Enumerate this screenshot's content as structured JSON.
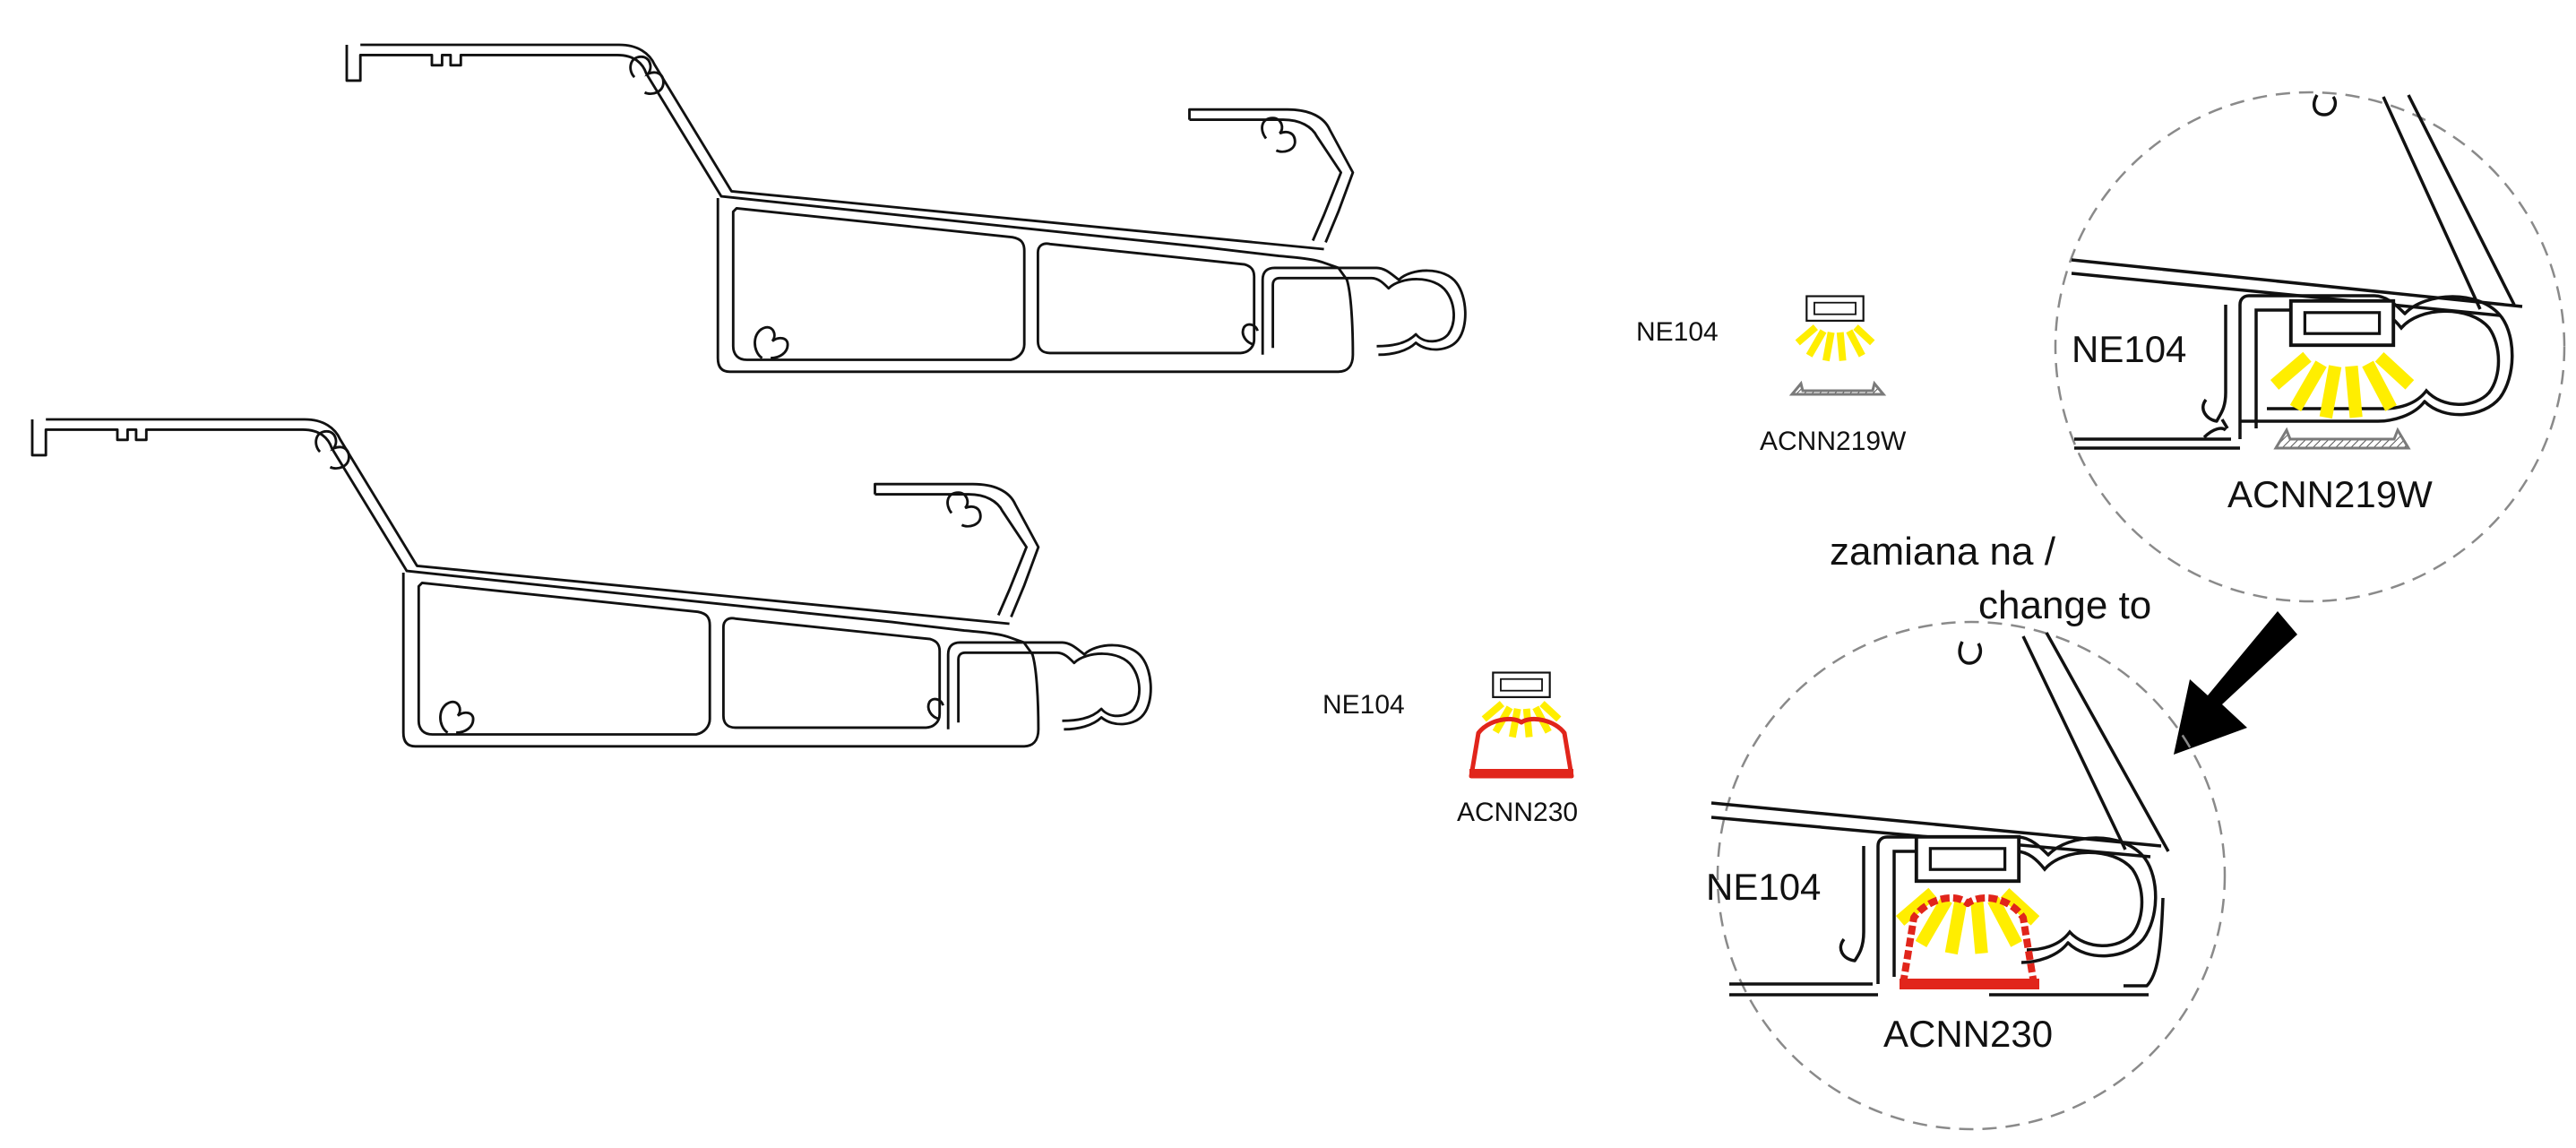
{
  "colors": {
    "line": "#111111",
    "background": "#ffffff",
    "led": "#ffee00",
    "old_profile": "#7a7a7a",
    "new_profile": "#e1251b",
    "arrow": "#000000",
    "circle": "#8a8a8a"
  },
  "labels": {
    "top": {
      "part": "NE104",
      "lens": "ACNN219W"
    },
    "bottom": {
      "part": "NE104",
      "lens": "ACNN230"
    },
    "detail_top": {
      "part": "NE104",
      "lens": "ACNN219W"
    },
    "detail_bottom": {
      "part": "NE104",
      "lens": "ACNN230"
    },
    "change_line1": "zamiana na /",
    "change_line2": "change to"
  },
  "icons": [
    "arrow-down-left-icon"
  ]
}
